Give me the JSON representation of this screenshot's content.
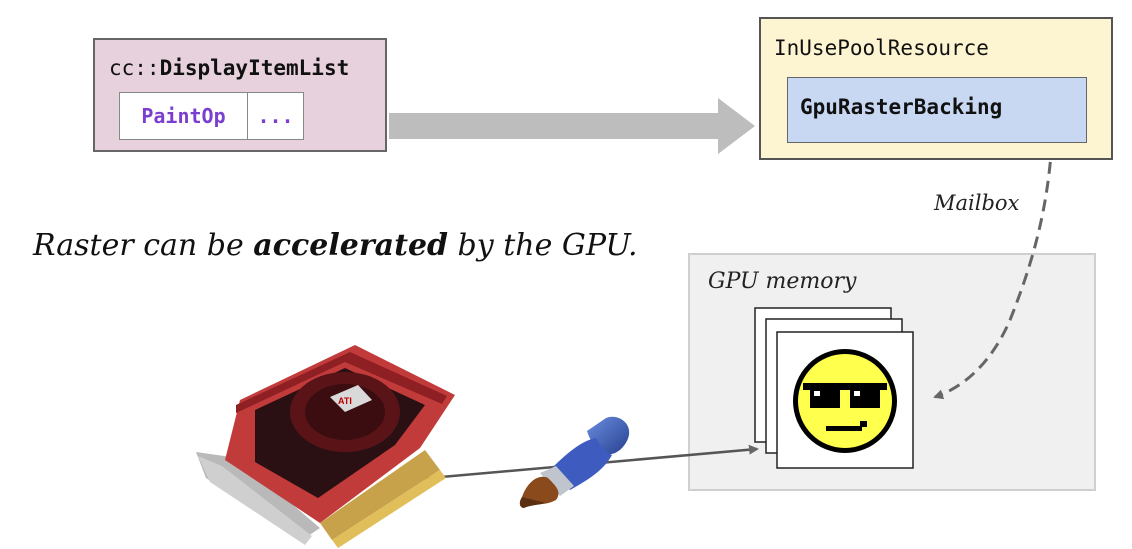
{
  "display_list": {
    "prefix": "cc::",
    "name": "DisplayItemList",
    "items": [
      "PaintOp",
      "..."
    ]
  },
  "pool": {
    "title": "InUsePoolResource",
    "backing": "GpuRasterBacking"
  },
  "edge_label": "Mailbox",
  "gpu_memory_label": "GPU memory",
  "caption": {
    "before": "Raster can be ",
    "bold": "accelerated",
    "after": " by the GPU."
  },
  "colors": {
    "display_list_fill": "#e7d1dc",
    "pool_fill": "#fdf5d2",
    "backing_fill": "#c8d7f2",
    "paint_op_text": "#7b3fd0",
    "arrow_gray": "#bdbdbd",
    "gpu_memory_fill": "#f0f0f0"
  },
  "icons": [
    "graphics-card-icon",
    "paintbrush-icon",
    "sunglasses-smiley-icon"
  ]
}
